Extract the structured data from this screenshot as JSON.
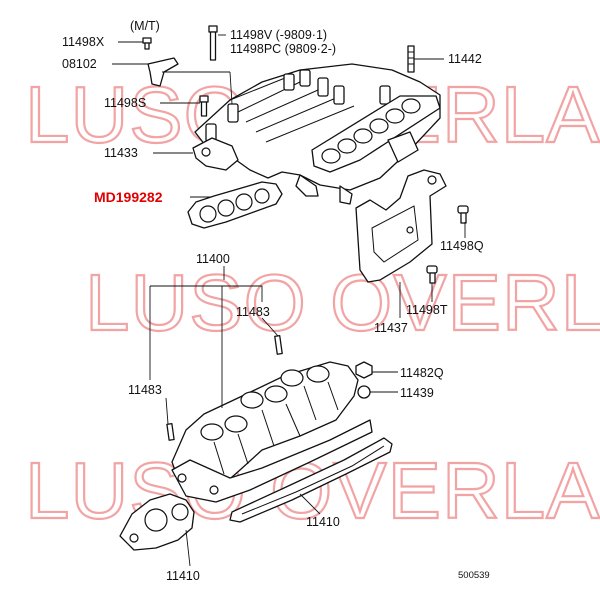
{
  "watermark": "LUSO OVERLAND",
  "catalog_ref": "500539",
  "labels": {
    "mt": "(M/T)",
    "p11498X": "11498X",
    "p11498V": "11498V  (-9809·1)",
    "p11498PC": "11498PC  (9809·2-)",
    "p08102": "08102",
    "p11442": "11442",
    "p11498S": "11498S",
    "p11433": "11433",
    "pMD199282": "MD199282",
    "p11498Q": "11498Q",
    "p11400": "11400",
    "p11483a": "11483",
    "p11498T": "11498T",
    "p11437": "11437",
    "p11483b": "11483",
    "p11482Q": "11482Q",
    "p11439": "11439",
    "p11410a": "11410",
    "p11410b": "11410"
  },
  "colors": {
    "highlight": "#e00000",
    "watermark": "#f2a4a4",
    "line": "#111111"
  }
}
